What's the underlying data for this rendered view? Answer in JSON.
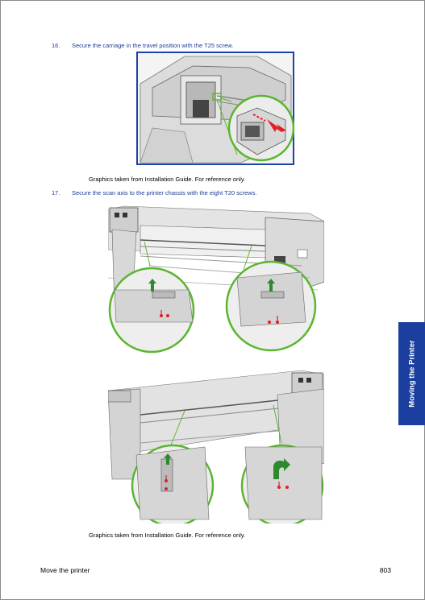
{
  "steps": [
    {
      "number": "16.",
      "text": "Secure the carriage in the travel position with the T25 screw."
    },
    {
      "number": "17.",
      "text": "Secure the scan axis to the printer chassis with the eight T20 screws."
    }
  ],
  "captions": [
    "Graphics taken from Installation Guide. For reference only.",
    "Graphics taken from Installation Guide. For reference only."
  ],
  "side_tab": "Moving the Printer",
  "footer": {
    "left": "Move the printer",
    "right": "803"
  },
  "colors": {
    "accent_blue": "#1a3f9e",
    "callout_green": "#5cb531",
    "arrow_red": "#e21f26"
  }
}
